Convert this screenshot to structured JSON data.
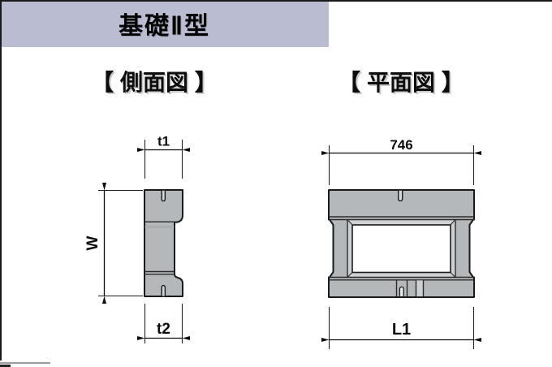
{
  "page": {
    "title_prefix": "基礎",
    "title_numeral": "Ⅱ",
    "title_suffix": "型",
    "header_color": "#babdd1"
  },
  "side_view": {
    "heading": "【 側面図 】",
    "dim_top": "t1",
    "dim_left": "W",
    "dim_bottom": "t2"
  },
  "plan_view": {
    "heading": "【 平面図 】",
    "dim_top": "746",
    "dim_bottom": "L1"
  },
  "colors": {
    "block_fill": "#b4b8bb",
    "bevel_fill": "#ced2d5",
    "slot_fill": "#d4d7d9",
    "outline": "#1a1a1a",
    "dimension": "#111111"
  }
}
